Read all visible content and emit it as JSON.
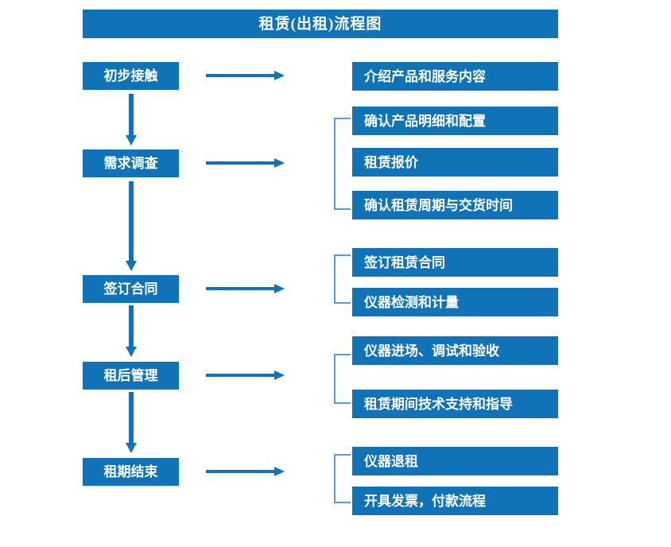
{
  "diagram": {
    "title": "租赁(出租)流程图",
    "colors": {
      "box_blue": "#1073B8",
      "arrow_blue": "#1073B8",
      "bracket_blue": "#5B9BD5",
      "box_text": "#FFFFFF",
      "background": "#FFFFFF"
    },
    "stages": [
      {
        "id": "stage-1",
        "label": "初步接触",
        "details": [
          {
            "id": "detail-1-1",
            "label": "介绍产品和服务内容"
          }
        ]
      },
      {
        "id": "stage-2",
        "label": "需求调查",
        "details": [
          {
            "id": "detail-2-1",
            "label": "确认产品明细和配置"
          },
          {
            "id": "detail-2-2",
            "label": "租赁报价"
          },
          {
            "id": "detail-2-3",
            "label": "确认租赁周期与交货时间"
          }
        ]
      },
      {
        "id": "stage-3",
        "label": "签订合同",
        "details": [
          {
            "id": "detail-3-1",
            "label": "签订租赁合同"
          },
          {
            "id": "detail-3-2",
            "label": "仪器检测和计量"
          }
        ]
      },
      {
        "id": "stage-4",
        "label": "租后管理",
        "details": [
          {
            "id": "detail-4-1",
            "label": "仪器进场、调试和验收"
          },
          {
            "id": "detail-4-2",
            "label": "租赁期间技术支持和指导"
          }
        ]
      },
      {
        "id": "stage-5",
        "label": "租期结束",
        "details": [
          {
            "id": "detail-5-1",
            "label": "仪器退租"
          },
          {
            "id": "detail-5-2",
            "label": "开具发票，付款流程"
          }
        ]
      }
    ]
  }
}
